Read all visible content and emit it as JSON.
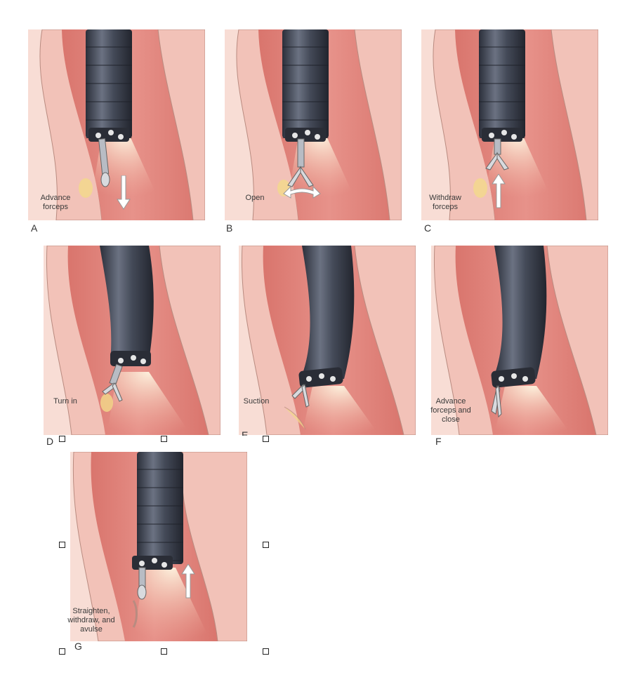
{
  "panels": [
    {
      "letter": "A",
      "caption": [
        "Advance",
        "forceps"
      ]
    },
    {
      "letter": "B",
      "caption": [
        "Open"
      ]
    },
    {
      "letter": "C",
      "caption": [
        "Withdraw",
        "forceps"
      ]
    },
    {
      "letter": "D",
      "caption": [
        "Turn in"
      ]
    },
    {
      "letter": "E",
      "caption": [
        "Suction"
      ]
    },
    {
      "letter": "F",
      "caption": [
        "Advance",
        "forceps and",
        "close"
      ]
    },
    {
      "letter": "G",
      "caption": [
        "Straighten,",
        "withdraw, and",
        "avulse"
      ]
    }
  ],
  "colors": {
    "lumen": "#dd8178",
    "wall": "#f2c2b8",
    "wall_outer": "#f8ddd5",
    "scope_dark": "#2f3340",
    "scope_light": "#5a6070",
    "light_beam": "#fff6d6",
    "polyp": "#f3d98a"
  },
  "icons": {
    "arrow_down": "arrow-down-icon",
    "arrow_up": "arrow-up-icon",
    "arrow_lr": "arrow-left-right-icon",
    "handle": "selection-handle-icon"
  }
}
